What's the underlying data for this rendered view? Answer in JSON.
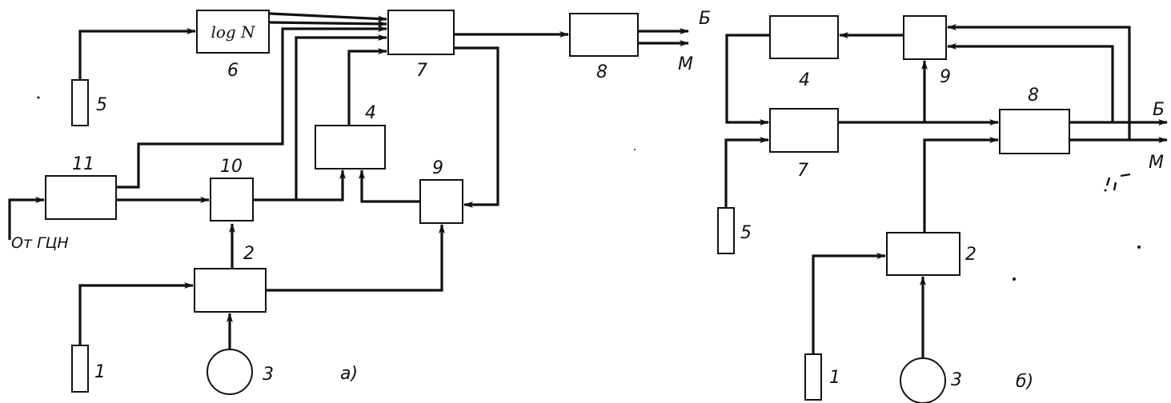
{
  "diagram_a": {
    "caption": "а)",
    "log_block_text": "log N",
    "source_label": "От ГЦН",
    "out_b": "Б",
    "out_m": "М",
    "labels": {
      "n1": "1",
      "n2": "2",
      "n3": "3",
      "n4": "4",
      "n5": "5",
      "n6": "6",
      "n7": "7",
      "n8": "8",
      "n9": "9",
      "n10": "10",
      "n11": "11"
    }
  },
  "diagram_b": {
    "caption": "б)",
    "out_b": "Б",
    "out_m": "М",
    "labels": {
      "n1": "1",
      "n2": "2",
      "n3": "3",
      "n4": "4",
      "n5": "5",
      "n7": "7",
      "n8": "8",
      "n9": "9"
    }
  }
}
